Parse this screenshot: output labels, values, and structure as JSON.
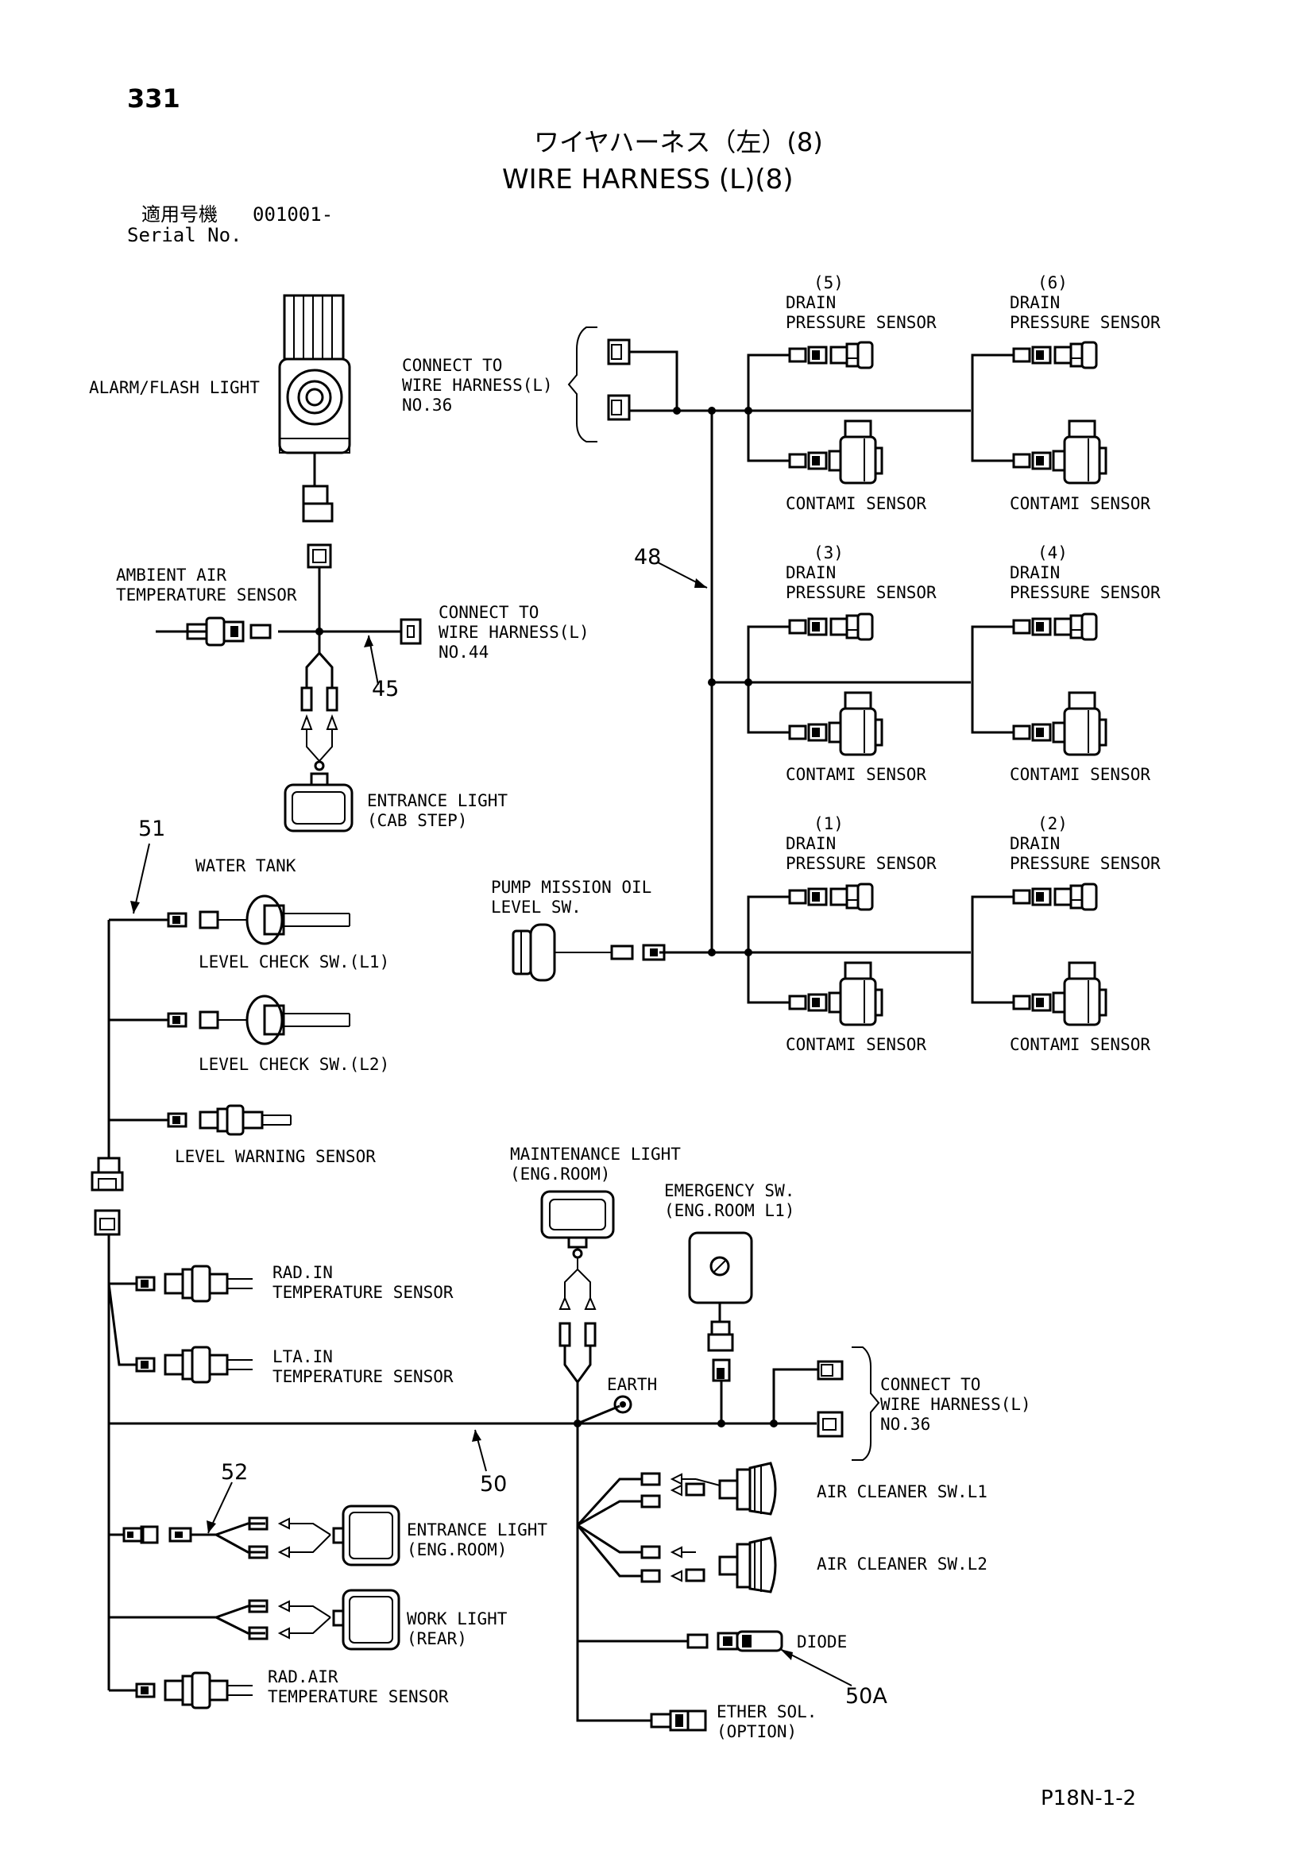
{
  "page_number": "331",
  "title_jp": "ワイヤハーネス（左）(8)",
  "title_en": "WIRE HARNESS (L)(8)",
  "serial": {
    "label_jp": "適用号機",
    "value": "001001-",
    "label_en": "Serial No."
  },
  "labels": {
    "alarm_flash_light": "ALARM/FLASH LIGHT",
    "connect_top_1": "CONNECT TO",
    "connect_top_2": "WIRE HARNESS(L)",
    "connect_top_3": "NO.36",
    "ambient_1": "AMBIENT AIR",
    "ambient_2": "TEMPERATURE SENSOR",
    "connect44_1": "CONNECT TO",
    "connect44_2": "WIRE HARNESS(L)",
    "connect44_3": "NO.44",
    "entrance_cab_1": "ENTRANCE LIGHT",
    "entrance_cab_2": "(CAB STEP)",
    "water_tank": "WATER TANK",
    "level_l1": "LEVEL CHECK SW.(L1)",
    "level_l2": "LEVEL CHECK SW.(L2)",
    "level_warning": "LEVEL WARNING SENSOR",
    "pump_1": "PUMP MISSION OIL",
    "pump_2": "LEVEL SW.",
    "drain_5": "(5)",
    "drain_6": "(6)",
    "drain_3": "(3)",
    "drain_4": "(4)",
    "drain_1": "(1)",
    "drain_2": "(2)",
    "drain": "DRAIN",
    "pressure_sensor": "PRESSURE SENSOR",
    "contami_sensor": "CONTAMI SENSOR",
    "maint_1": "MAINTENANCE LIGHT",
    "maint_2": "(ENG.ROOM)",
    "emerg_1": "EMERGENCY SW.",
    "emerg_2": "(ENG.ROOM L1)",
    "rad_in_1": "RAD.IN",
    "rad_in_2": "TEMPERATURE SENSOR",
    "lta_in_1": "LTA.IN",
    "lta_in_2": "TEMPERATURE SENSOR",
    "earth": "EARTH",
    "connect_bot_1": "CONNECT TO",
    "connect_bot_2": "WIRE HARNESS(L)",
    "connect_bot_3": "NO.36",
    "air_cleaner_l1": "AIR CLEANER SW.L1",
    "air_cleaner_l2": "AIR CLEANER SW.L2",
    "entrance_eng_1": "ENTRANCE LIGHT",
    "entrance_eng_2": "(ENG.ROOM)",
    "work_1": "WORK LIGHT",
    "work_2": "(REAR)",
    "diode": "DIODE",
    "rad_air_1": "RAD.AIR",
    "rad_air_2": "TEMPERATURE SENSOR",
    "ether_1": "ETHER SOL.",
    "ether_2": "(OPTION)"
  },
  "callouts": {
    "n48": "48",
    "n45": "45",
    "n51": "51",
    "n52": "52",
    "n50": "50",
    "n50a": "50A"
  },
  "footer_code": "P18N-1-2"
}
